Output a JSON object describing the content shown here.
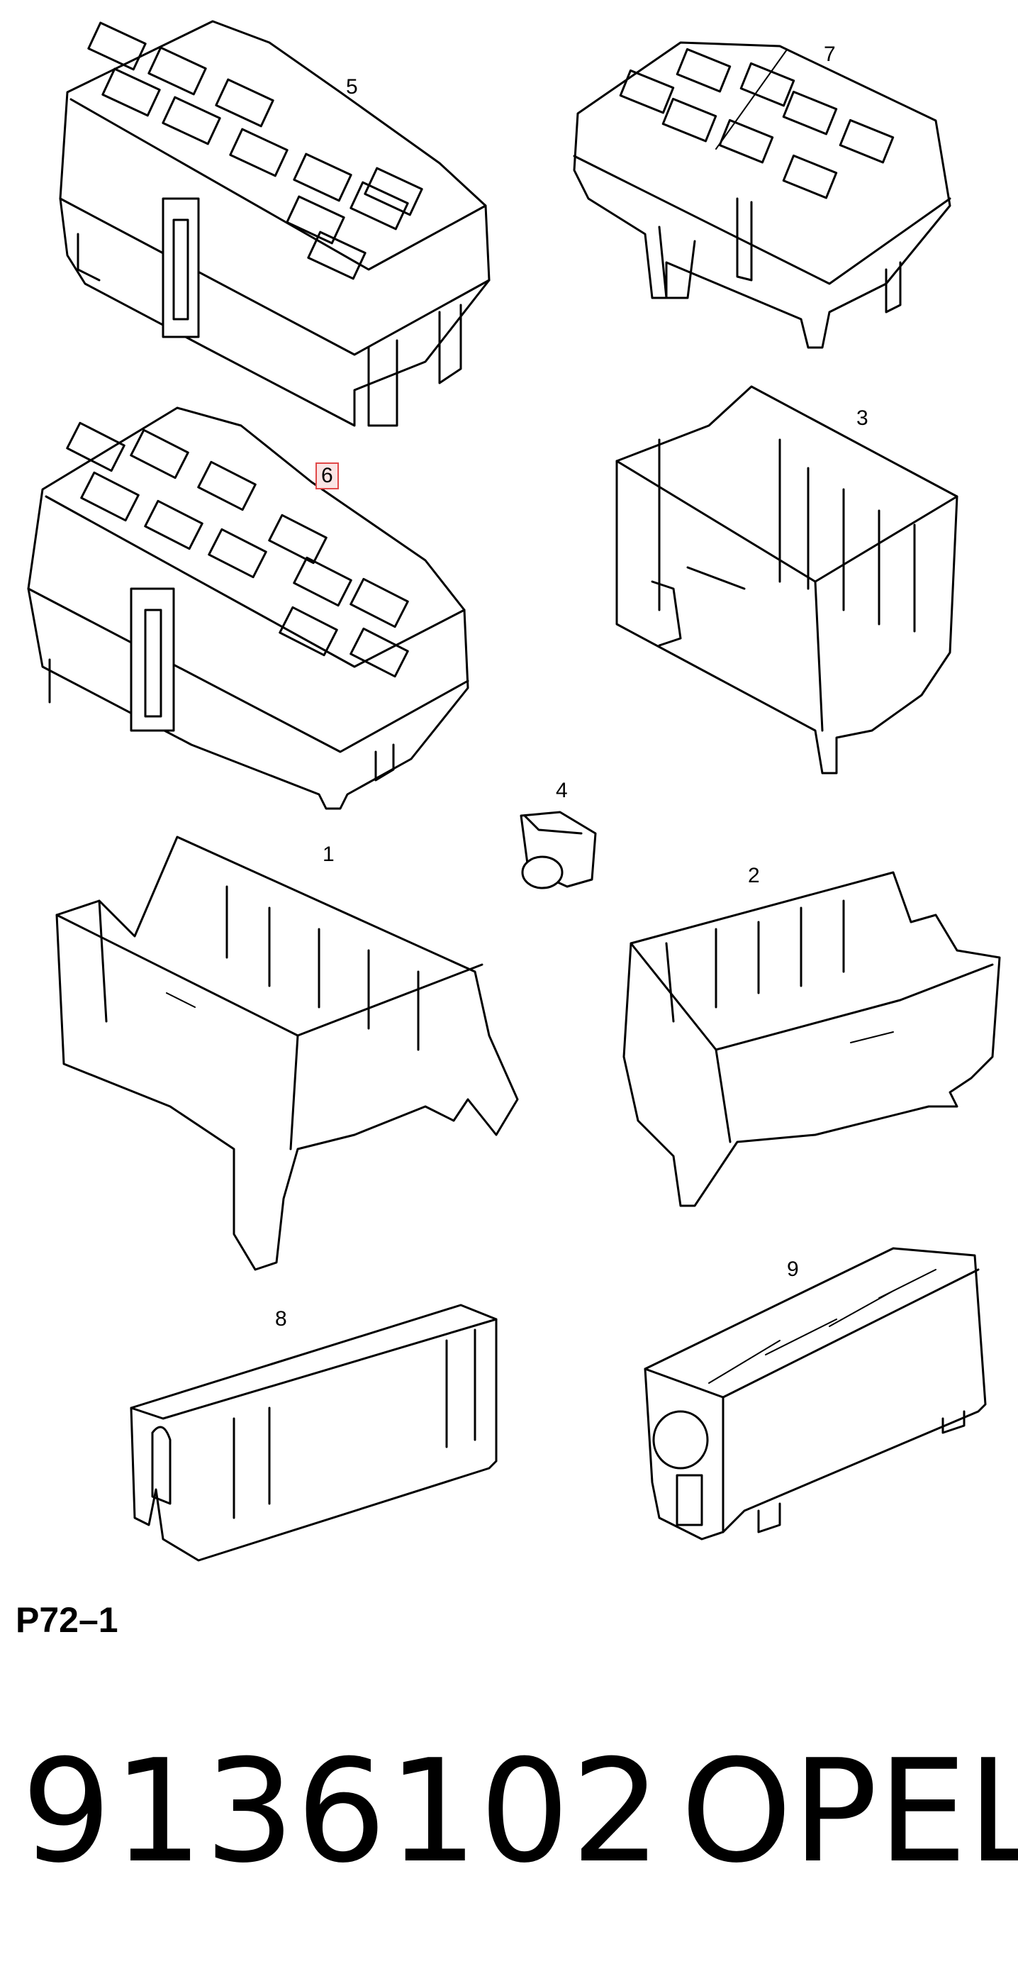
{
  "callouts": {
    "c1": "1",
    "c2": "2",
    "c3": "3",
    "c4": "4",
    "c5": "5",
    "c6": "6",
    "c7": "7",
    "c8": "8",
    "c9": "9"
  },
  "highlight_color": "#e04848",
  "diagram_code": "P72–1",
  "part_number": "9136102",
  "brand": "OPEL"
}
